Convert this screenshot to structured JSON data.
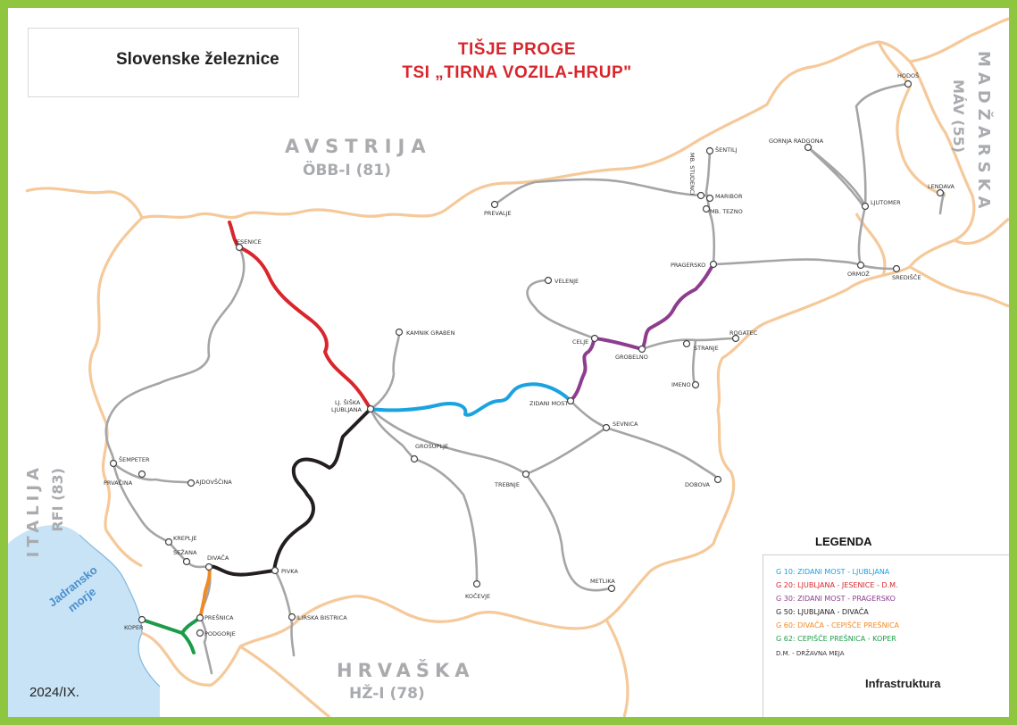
{
  "brand": {
    "name": "Slovenske železnice",
    "infra_name": "Infrastruktura",
    "logo_color": "#1ba3e0"
  },
  "title": {
    "line1": "TIŠJE PROGE",
    "line2": "TSI „TIRNA VOZILA-HRUP\""
  },
  "countries": {
    "austria_name": "AVSTRIJA",
    "austria_code": "ÖBB-I (81)",
    "hungary_name": "MADŽARSKA",
    "hungary_code": "MÁV (55)",
    "italy_name": "ITALIJA",
    "italy_code": "RFI (83)",
    "croatia_name": "HRVAŠKA",
    "croatia_code": "HŽ-I (78)",
    "sea_line1": "Jadransko",
    "sea_line2": "morje"
  },
  "stations": [
    "JESENICE",
    "LJUBLJANA",
    "LJ. ŠIŠKA",
    "KAMNIK GRABEN",
    "ZIDANI MOST",
    "CELJE",
    "GROBELNO",
    "PRAGERSKO",
    "MARIBOR",
    "MB. TEZNO",
    "MB. STUDENCI",
    "ŠENTILJ",
    "PREVALJE",
    "VELENJE",
    "ROGATEC",
    "STRANJE",
    "IMENO",
    "ORMOŽ",
    "SREDIŠČE",
    "LJUTOMER",
    "GORNJA RADGONA",
    "HODOŠ",
    "LENDAVA",
    "SEVNICA",
    "DOBOVA",
    "TREBNJE",
    "GROSUPLJE",
    "KOČEVJE",
    "METLIKA",
    "PIVKA",
    "ILIRSKA BISTRICA",
    "DIVAČA",
    "SEŽANA",
    "KREPLJE",
    "PRVAČINA",
    "ŠEMPETER",
    "AJDOVŠČINA",
    "PREŠNICA",
    "PODGORJE",
    "KOPER"
  ],
  "legend": {
    "title": "LEGENDA",
    "items": [
      {
        "code": "G 10",
        "text": "G 10: ZIDANI MOST - LJUBLJANA",
        "color": "#1ba3e0"
      },
      {
        "code": "G 20",
        "text": "G 20: LJUBLJANA - JESENICE - D.M.",
        "color": "#d8262c"
      },
      {
        "code": "G 30",
        "text": "G 30: ZIDANI MOST - PRAGERSKO",
        "color": "#8e3d8e"
      },
      {
        "code": "G 50",
        "text": "G 50: LJUBLJANA - DIVAČA",
        "color": "#231f20"
      },
      {
        "code": "G 60",
        "text": "G 60: DIVAČA - CEPIŠČE PREŠNICA",
        "color": "#f08a24"
      },
      {
        "code": "G 62",
        "text": "G 62: CEPIŠČE PREŠNICA - KOPER",
        "color": "#1c9b48"
      }
    ],
    "footnote": "D.M. - DRŽAVNA MEJA"
  },
  "date": "2024/IX.",
  "colors": {
    "frame": "#8fc63f",
    "border_line": "#f5c99a",
    "rail_line": "#a5a5a5",
    "sea": "#c8e3f5"
  }
}
